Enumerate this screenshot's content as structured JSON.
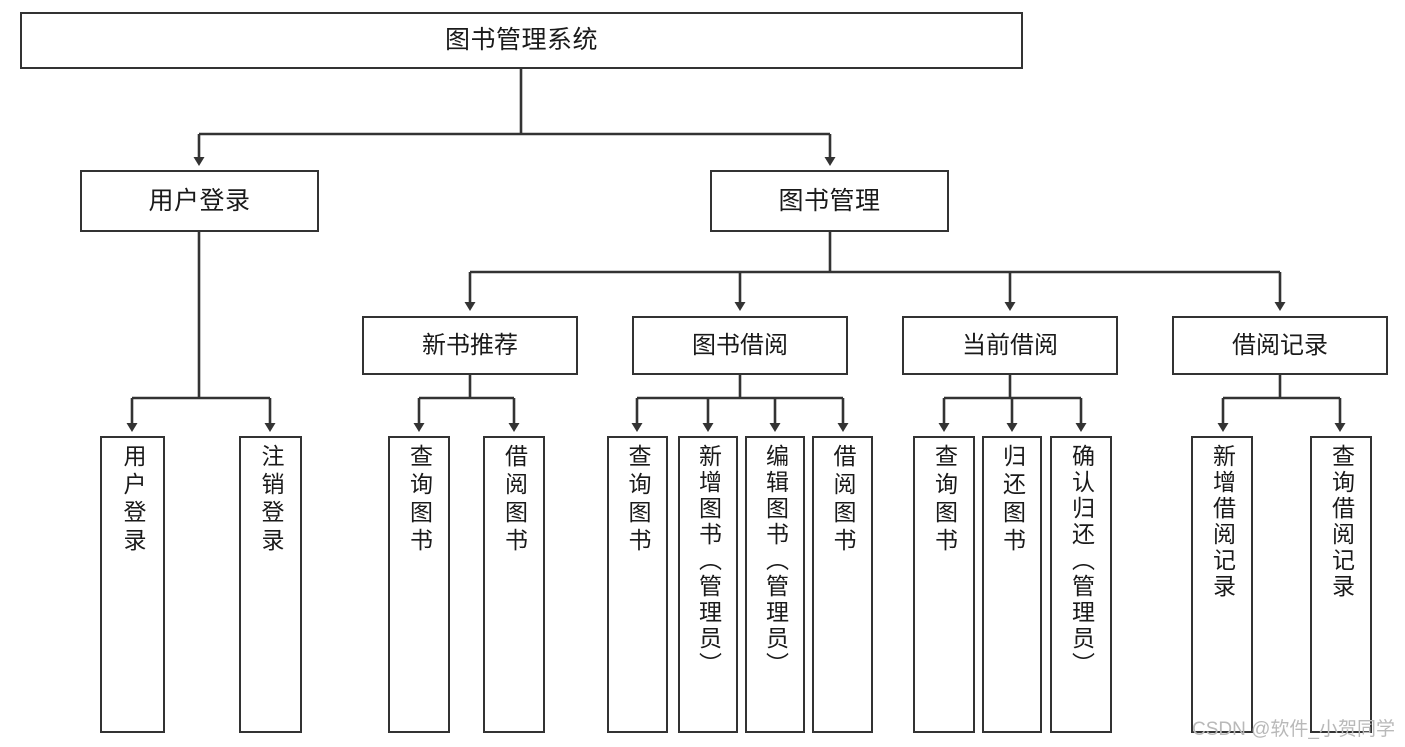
{
  "diagram": {
    "type": "tree-hierarchy",
    "title": "图书管理系统",
    "root": {
      "id": "root",
      "label": "图书管理系统"
    },
    "level2": [
      {
        "id": "user-login",
        "label": "用户登录"
      },
      {
        "id": "book-manage",
        "label": "图书管理"
      }
    ],
    "level3": [
      {
        "id": "new-book-recommend",
        "label": "新书推荐",
        "parent": "book-manage"
      },
      {
        "id": "book-borrow",
        "label": "图书借阅",
        "parent": "book-manage"
      },
      {
        "id": "current-borrow",
        "label": "当前借阅",
        "parent": "book-manage"
      },
      {
        "id": "borrow-record",
        "label": "借阅记录",
        "parent": "book-manage"
      }
    ],
    "leaves": [
      {
        "id": "leaf-user-login",
        "label": "用户登录",
        "parent": "user-login"
      },
      {
        "id": "leaf-logout-login",
        "label": "注销登录",
        "parent": "user-login"
      },
      {
        "id": "leaf-query-book-1",
        "label": "查询图书",
        "parent": "new-book-recommend"
      },
      {
        "id": "leaf-borrow-book-1",
        "label": "借阅图书",
        "parent": "new-book-recommend"
      },
      {
        "id": "leaf-query-book-2",
        "label": "查询图书",
        "parent": "book-borrow"
      },
      {
        "id": "leaf-add-book",
        "label": "新增图书（管理员）",
        "parent": "book-borrow"
      },
      {
        "id": "leaf-edit-book",
        "label": "编辑图书（管理员）",
        "parent": "book-borrow"
      },
      {
        "id": "leaf-borrow-book-2",
        "label": "借阅图书",
        "parent": "book-borrow"
      },
      {
        "id": "leaf-query-book-3",
        "label": "查询图书",
        "parent": "current-borrow"
      },
      {
        "id": "leaf-return-book",
        "label": "归还图书",
        "parent": "current-borrow"
      },
      {
        "id": "leaf-confirm-return",
        "label": "确认归还（管理员）",
        "parent": "current-borrow"
      },
      {
        "id": "leaf-add-record",
        "label": "新增借阅记录",
        "parent": "borrow-record"
      },
      {
        "id": "leaf-query-record",
        "label": "查询借阅记录",
        "parent": "borrow-record"
      }
    ]
  },
  "watermark": {
    "text": "CSDN @软件_小贺同学"
  },
  "colors": {
    "stroke": "#333333",
    "text": "#1a1a1a",
    "background": "#ffffff",
    "watermark": "#b9b9b9"
  }
}
